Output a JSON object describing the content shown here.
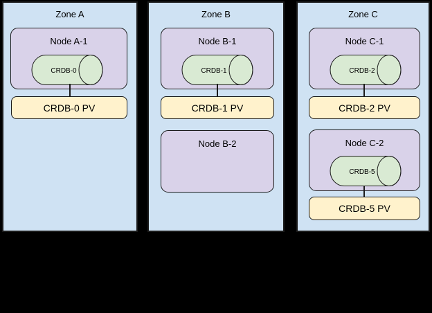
{
  "diagram": {
    "background": "#000000",
    "colors": {
      "zone_fill": "#cfe2f3",
      "node_fill": "#d9d2e9",
      "cylinder_fill": "#d9ead3",
      "pv_fill": "#fff2cc",
      "border": "#1a1a1a"
    },
    "zones": [
      {
        "title": "Zone A",
        "nodes": [
          {
            "label": "Node A-1",
            "cylinder": "CRDB-0",
            "pv": "CRDB-0 PV"
          }
        ]
      },
      {
        "title": "Zone B",
        "nodes": [
          {
            "label": "Node B-1",
            "cylinder": "CRDB-1",
            "pv": "CRDB-1 PV"
          },
          {
            "label": "Node B-2"
          }
        ]
      },
      {
        "title": "Zone C",
        "nodes": [
          {
            "label": "Node C-1",
            "cylinder": "CRDB-2",
            "pv": "CRDB-2 PV"
          },
          {
            "label": "Node C-2",
            "cylinder": "CRDB-5",
            "pv": "CRDB-5 PV"
          }
        ]
      }
    ]
  }
}
